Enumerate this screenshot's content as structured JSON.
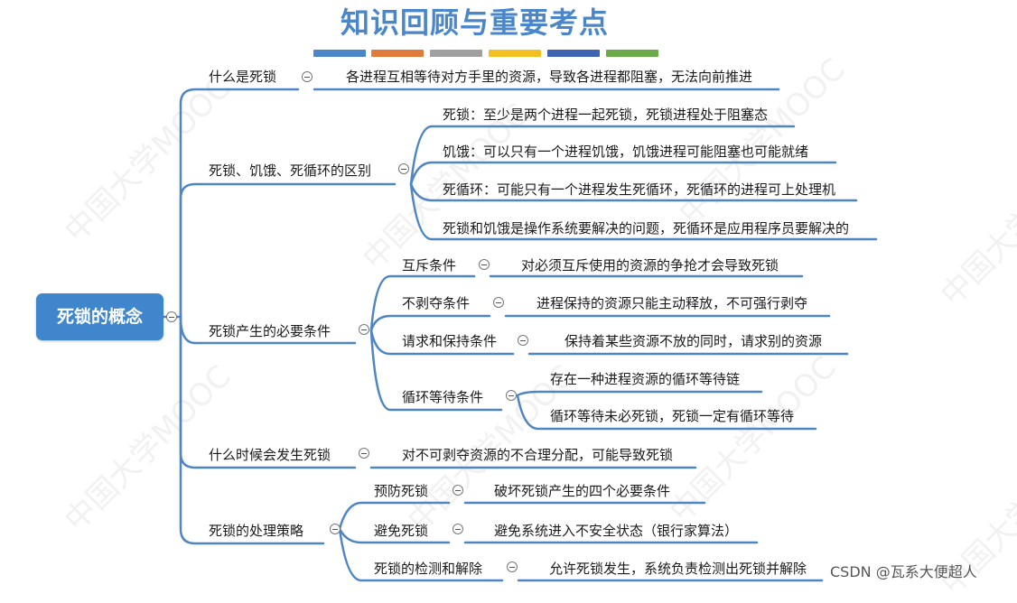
{
  "title": "知识回顾与重要考点",
  "color_strip": [
    "#4a86c8",
    "#e07b3a",
    "#a0a0a0",
    "#f4c020",
    "#3e64b4",
    "#6aaa48"
  ],
  "watermark": "中国大学MOOC",
  "credit": "CSDN @瓦系大便超人",
  "root": "死锁的概念",
  "branches": {
    "b1": {
      "label": "什么是死锁",
      "children": [
        "各进程互相等待对方手里的资源，导致各进程都阻塞，无法向前推进"
      ]
    },
    "b2": {
      "label": "死锁、饥饿、死循环的区别",
      "children": [
        "死锁：至少是两个进程一起死锁，死锁进程处于阻塞态",
        "饥饿：可以只有一个进程饥饿，饥饿进程可能阻塞也可能就绪",
        "死循环：可能只有一个进程发生死循环，死循环的进程可上处理机",
        "死锁和饥饿是操作系统要解决的问题，死循环是应用程序员要解决的"
      ]
    },
    "b3": {
      "label": "死锁产生的必要条件",
      "children": [
        {
          "label": "互斥条件",
          "children": [
            "对必须互斥使用的资源的争抢才会导致死锁"
          ]
        },
        {
          "label": "不剥夺条件",
          "children": [
            "进程保持的资源只能主动释放，不可强行剥夺"
          ]
        },
        {
          "label": "请求和保持条件",
          "children": [
            "保持着某些资源不放的同时，请求别的资源"
          ]
        },
        {
          "label": "循环等待条件",
          "children": [
            "存在一种进程资源的循环等待链",
            "循环等待未必死锁，死锁一定有循环等待"
          ]
        }
      ]
    },
    "b4": {
      "label": "什么时候会发生死锁",
      "children": [
        "对不可剥夺资源的不合理分配，可能导致死锁"
      ]
    },
    "b5": {
      "label": "死锁的处理策略",
      "children": [
        {
          "label": "预防死锁",
          "children": [
            "破坏死锁产生的四个必要条件"
          ]
        },
        {
          "label": "避免死锁",
          "children": [
            "避免系统进入不安全状态（银行家算法）"
          ]
        },
        {
          "label": "死锁的检测和解除",
          "children": [
            "允许死锁发生，系统负责检测出死锁并解除"
          ]
        }
      ]
    }
  }
}
